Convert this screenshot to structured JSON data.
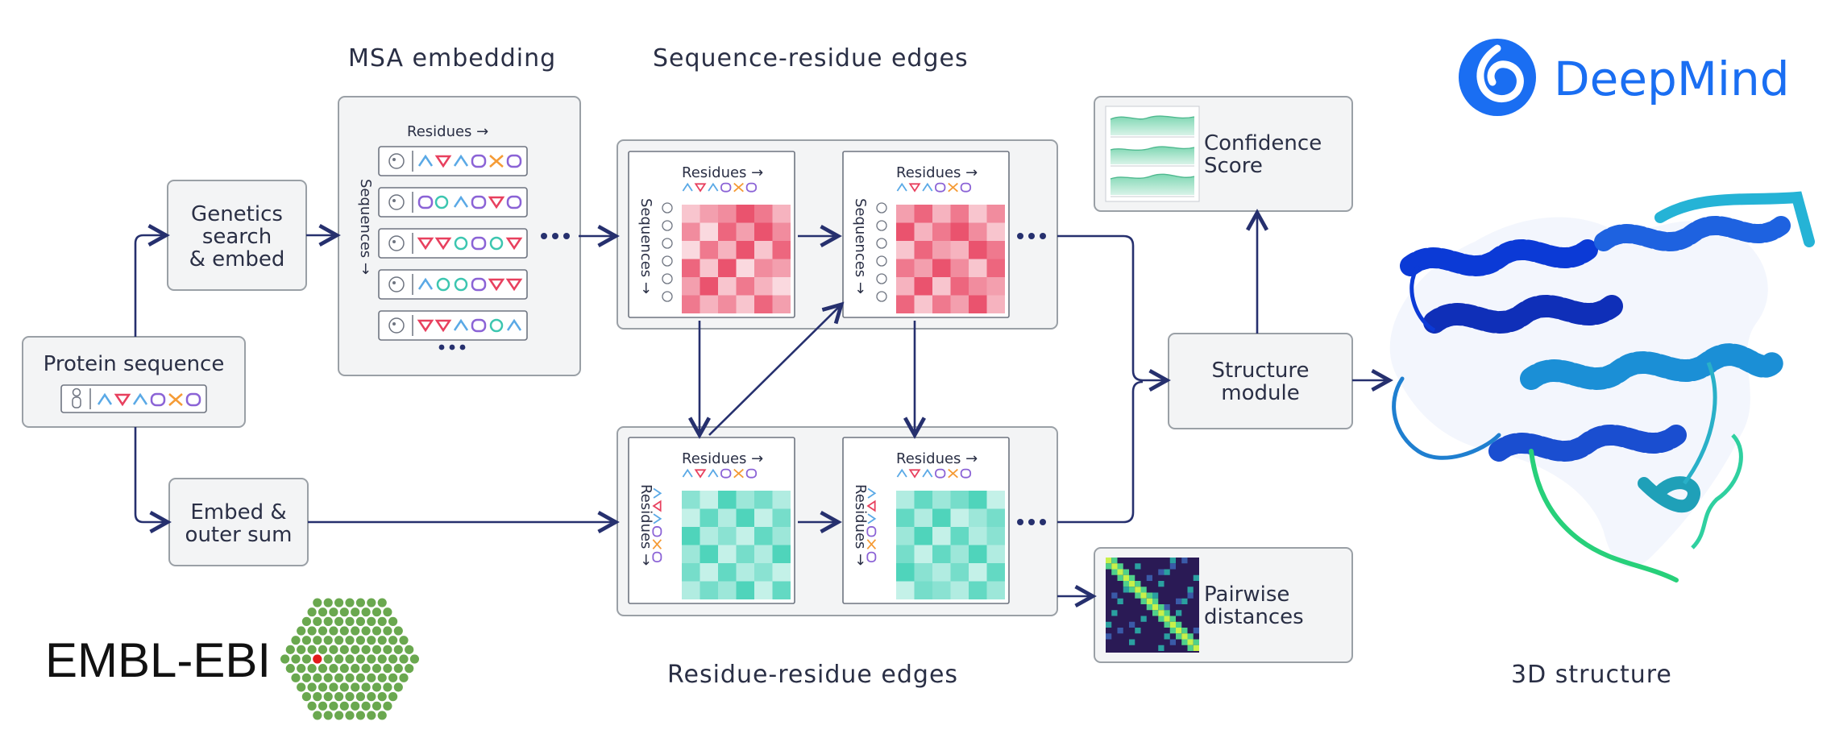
{
  "sections": {
    "msa_title": "MSA embedding",
    "seq_res_title": "Sequence-residue edges",
    "res_res_title": "Residue-residue edges",
    "structure_title": "3D structure"
  },
  "nodes": {
    "protein_sequence": "Protein sequence",
    "genetics_line1": "Genetics",
    "genetics_line2": "search",
    "genetics_line3": "& embed",
    "embed_line1": "Embed &",
    "embed_line2": "outer sum",
    "structure_line1": "Structure",
    "structure_line2": "module",
    "confidence_line1": "Confidence",
    "confidence_line2": "Score",
    "pairwise_line1": "Pairwise",
    "pairwise_line2": "distances"
  },
  "axes": {
    "residues": "Residues →",
    "sequences": "Sequences →",
    "residues_vertical": "Residues →"
  },
  "logos": {
    "deepmind": "DeepMind",
    "embl": "EMBL-EBI"
  },
  "colors": {
    "accent_navy": "#26306e",
    "msa_red": "#e8405e",
    "pair_teal": "#3ccfb4",
    "deepmind_blue": "#1a6ef2",
    "embl_green": "#6aa84f"
  },
  "heatmaps": {
    "seq_res_1": [
      [
        0.3,
        0.5,
        0.6,
        0.9,
        0.7,
        0.4
      ],
      [
        0.6,
        0.2,
        0.8,
        0.5,
        0.9,
        0.6
      ],
      [
        0.2,
        0.7,
        0.4,
        0.9,
        0.3,
        0.8
      ],
      [
        0.8,
        0.3,
        0.9,
        0.2,
        0.6,
        0.5
      ],
      [
        0.5,
        0.9,
        0.3,
        0.7,
        0.4,
        0.2
      ],
      [
        0.7,
        0.4,
        0.6,
        0.3,
        0.8,
        0.5
      ]
    ],
    "seq_res_2": [
      [
        0.5,
        0.8,
        0.4,
        0.7,
        0.3,
        0.6
      ],
      [
        0.9,
        0.4,
        0.7,
        0.9,
        0.6,
        0.3
      ],
      [
        0.3,
        0.8,
        0.5,
        0.4,
        0.9,
        0.7
      ],
      [
        0.7,
        0.5,
        0.9,
        0.6,
        0.3,
        0.8
      ],
      [
        0.4,
        0.9,
        0.3,
        0.8,
        0.6,
        0.5
      ],
      [
        0.8,
        0.3,
        0.7,
        0.5,
        0.9,
        0.4
      ]
    ],
    "res_res_1": [
      [
        0.6,
        0.3,
        0.9,
        0.5,
        0.7,
        0.4
      ],
      [
        0.3,
        0.8,
        0.4,
        0.9,
        0.3,
        0.7
      ],
      [
        0.9,
        0.4,
        0.6,
        0.3,
        0.8,
        0.5
      ],
      [
        0.5,
        0.9,
        0.3,
        0.7,
        0.4,
        0.9
      ],
      [
        0.7,
        0.3,
        0.8,
        0.4,
        0.6,
        0.3
      ],
      [
        0.4,
        0.7,
        0.5,
        0.9,
        0.3,
        0.8
      ]
    ],
    "res_res_2": [
      [
        0.4,
        0.8,
        0.5,
        0.7,
        0.9,
        0.3
      ],
      [
        0.8,
        0.4,
        0.9,
        0.3,
        0.5,
        0.7
      ],
      [
        0.5,
        0.9,
        0.3,
        0.8,
        0.4,
        0.6
      ],
      [
        0.7,
        0.3,
        0.8,
        0.5,
        0.9,
        0.4
      ],
      [
        0.9,
        0.6,
        0.4,
        0.7,
        0.3,
        0.8
      ],
      [
        0.3,
        0.7,
        0.6,
        0.4,
        0.8,
        0.5
      ]
    ]
  }
}
